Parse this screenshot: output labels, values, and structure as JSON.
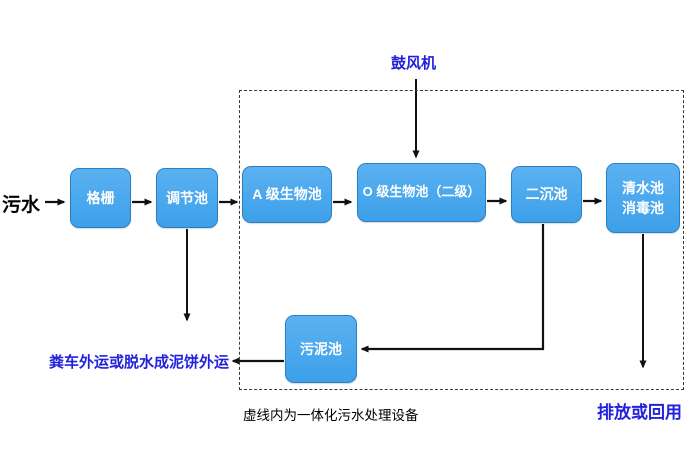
{
  "diagram": {
    "inflow_label": "污水",
    "blower_label": "鼓风机",
    "boxes": {
      "grid": "格栅",
      "regulating_tank": "调节池",
      "a_bio_tank": "A 级生物池",
      "o_bio_tank": "O 级生物池（二级）",
      "secondary_clarifier": "二沉池",
      "clean_water_tank_line1": "清水池",
      "clean_water_tank_line2": "消毒池",
      "sludge_tank": "污泥池"
    },
    "labels": {
      "sludge_disposal": "粪车外运或脱水成泥饼外运",
      "enclosure_caption": "虚线内为一体化污水处理设备",
      "discharge": "排放或回用"
    },
    "colors": {
      "box_fill": "#3da0e9",
      "box_fill_top": "#5bb1f1",
      "box_border": "#2b80c4",
      "annotation_blue": "#2222dd",
      "arrow_black": "#111111"
    }
  }
}
